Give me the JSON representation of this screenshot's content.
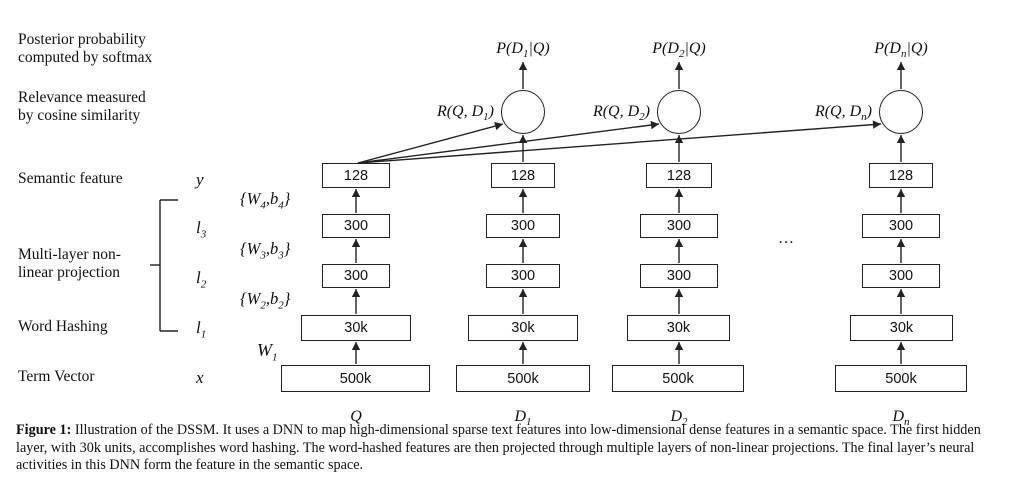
{
  "left_labels": {
    "posterior": [
      "Posterior probability",
      "computed by softmax"
    ],
    "relevance": [
      "Relevance measured",
      "by cosine similarity"
    ],
    "semantic": "Semantic feature",
    "multilayer": [
      "Multi-layer non-",
      "linear projection"
    ],
    "hashing": "Word Hashing",
    "term": "Term Vector"
  },
  "layer_vars": {
    "y": "y",
    "l3": "l",
    "l3_sub": "3",
    "l2": "l",
    "l2_sub": "2",
    "l1": "l",
    "l1_sub": "1",
    "x": "x"
  },
  "weights": {
    "w4": {
      "a": "W",
      "asub": "4",
      "b": "b",
      "bsub": "4"
    },
    "w3": {
      "a": "W",
      "asub": "3",
      "b": "b",
      "bsub": "3"
    },
    "w2": {
      "a": "W",
      "asub": "2",
      "b": "b",
      "bsub": "2"
    },
    "w1": {
      "a": "W",
      "asub": "1"
    }
  },
  "columns": [
    {
      "doc": "Q",
      "doc_sub": "",
      "layers": [
        "500k",
        "30k",
        "300",
        "300",
        "128"
      ]
    },
    {
      "doc": "D",
      "doc_sub": "1",
      "layers": [
        "500k",
        "30k",
        "300",
        "300",
        "128"
      ],
      "rel": "R(Q, D",
      "rel_sub": "1",
      "post": "P(D",
      "post_sub": "1",
      "post_tail": "|Q)"
    },
    {
      "doc": "D",
      "doc_sub": "2",
      "layers": [
        "500k",
        "30k",
        "300",
        "300",
        "128"
      ],
      "rel": "R(Q, D",
      "rel_sub": "2",
      "post": "P(D",
      "post_sub": "2",
      "post_tail": "|Q)"
    },
    {
      "doc": "D",
      "doc_sub": "n",
      "layers": [
        "500k",
        "30k",
        "300",
        "300",
        "128"
      ],
      "rel": "R(Q, D",
      "rel_sub": "n",
      "post": "P(D",
      "post_sub": "n",
      "post_tail": "|Q)"
    }
  ],
  "ellipsis": "…",
  "caption": {
    "bold": "Figure 1:",
    "text": " Illustration of the DSSM. It uses a DNN to map high-dimensional sparse text features into low-dimensional dense features in a semantic space. The first hidden layer, with 30k units, accomplishes word hashing. The word-hashed features are then projected through multiple layers of non-linear projections. The final layer’s neural activities in this DNN form the feature in the semantic space."
  }
}
